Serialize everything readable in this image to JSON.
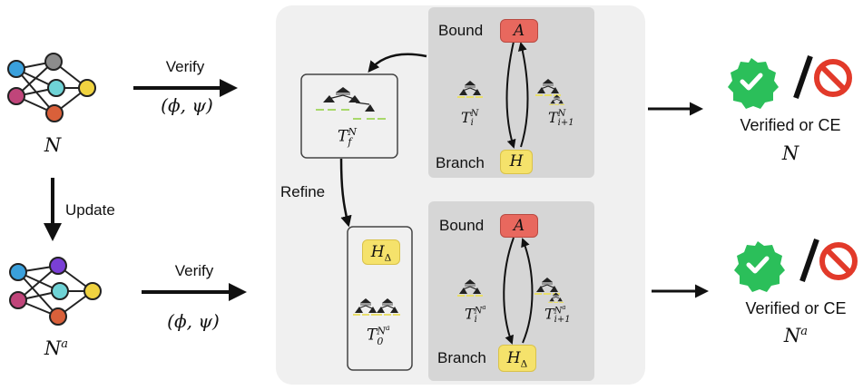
{
  "left": {
    "network_label": "N",
    "updated_network_label": "N",
    "updated_network_sup": "a",
    "update_label": "Update"
  },
  "top_row": {
    "verify_label": "Verify",
    "spec": "(ϕ, ψ)",
    "bound_label": "Bound",
    "branch_label": "Branch",
    "bound_badge": "A",
    "branch_badge": "H",
    "tree_i_base": "T",
    "tree_i_sup": "N",
    "tree_i_sub": "i",
    "tree_next_base": "T",
    "tree_next_sup": "N",
    "tree_next_sub": "i+1",
    "final_tree_base": "T",
    "final_tree_sup": "N",
    "final_tree_sub": "f",
    "result_label": "Verified or CE",
    "result_network": "N"
  },
  "refine_label": "Refine",
  "bottom_row": {
    "verify_label": "Verify",
    "spec": "(ϕ, ψ)",
    "bound_label": "Bound",
    "branch_label": "Branch",
    "bound_badge": "A",
    "branch_badge": "H",
    "branch_badge_sub": "Δ",
    "heuristic_badge": "H",
    "heuristic_badge_sub": "Δ",
    "init_tree_base": "T",
    "init_tree_sup": "N",
    "init_tree_supsup": "a",
    "init_tree_sub": "0",
    "tree_i_base": "T",
    "tree_i_sup": "N",
    "tree_i_supsup": "a",
    "tree_i_sub": "i",
    "tree_next_base": "T",
    "tree_next_sup": "N",
    "tree_next_supsup": "a",
    "tree_next_sub": "i+1",
    "result_label": "Verified or CE",
    "result_network": "N",
    "result_network_sup": "a"
  },
  "colors": {
    "neuron_blue": "#3aa0dc",
    "neuron_grey": "#8c8c8c",
    "neuron_cyan": "#6fd3d6",
    "neuron_yellow": "#f0d340",
    "neuron_pink": "#c0457a",
    "neuron_orange": "#d9603a",
    "neuron_purple": "#7a3fd6",
    "verified_green": "#2bbf5a",
    "stop_red": "#e23a2a",
    "badge_red": "#e8685e",
    "badge_yellow": "#f5e26b",
    "panel_light": "#f0f0f0",
    "panel_dark": "#d6d6d6"
  },
  "icons": [
    "neural-network-icon",
    "verified-check-icon",
    "no-entry-icon",
    "bab-tree-icon"
  ]
}
